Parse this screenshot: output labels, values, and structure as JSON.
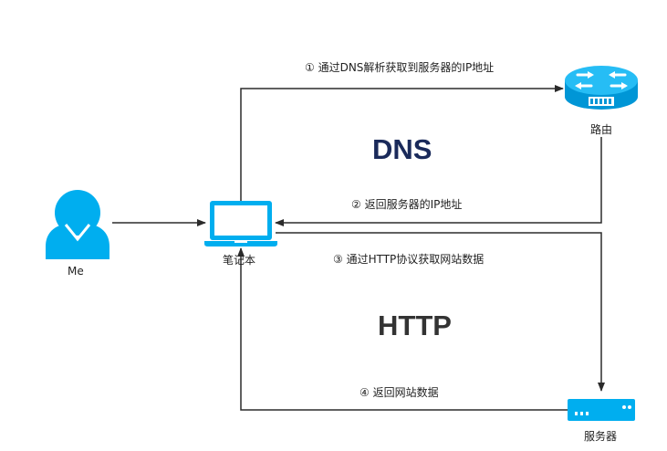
{
  "nodes": {
    "me": "Me",
    "laptop": "笔记本",
    "router": "路由",
    "server": "服务器"
  },
  "steps": [
    "① 通过DNS解析获取到服务器的IP地址",
    "② 返回服务器的IP地址",
    "③ 通过HTTP协议获取网站数据",
    "④ 返回网站数据"
  ],
  "sections": {
    "dns": "DNS",
    "http": "HTTP"
  },
  "colors": {
    "accent": "#00aeef",
    "dns_text": "#1a2a5a",
    "http_text": "#333333",
    "line": "#2b2b2b"
  },
  "icons": [
    "person-icon",
    "laptop-icon",
    "router-icon",
    "server-icon"
  ]
}
